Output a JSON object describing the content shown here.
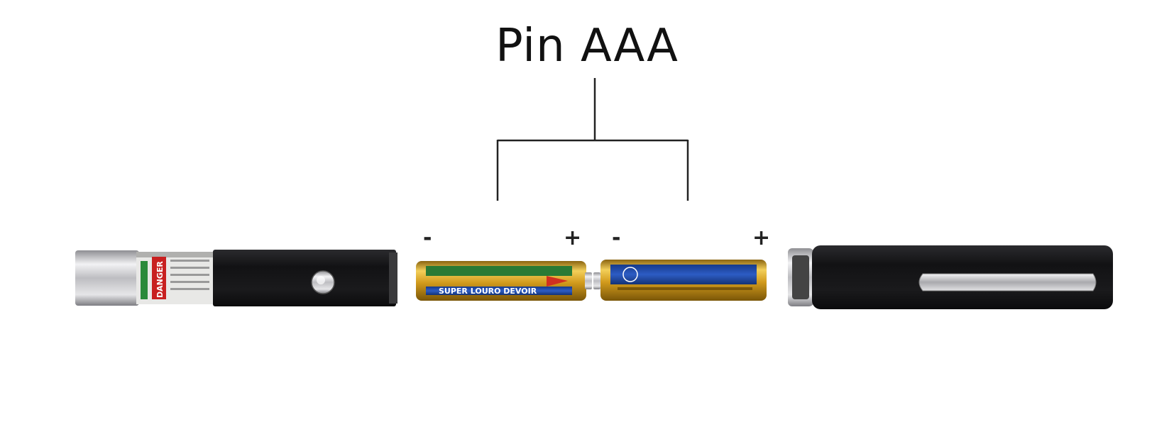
{
  "image": {
    "title": "Pin AAA",
    "battery_left": {
      "negative_label": "-",
      "positive_label": "+",
      "label_text": "SUPER LOURO DEVOIR"
    },
    "battery_right": {
      "negative_label": "-",
      "positive_label": "+"
    },
    "laser_label": "DANGER",
    "colors": {
      "pointer_body": "#1b1b1d",
      "metal": "#c9c9cc",
      "battery_gold": "#d9a520",
      "battery_blue": "#1f4aa8",
      "bracket": "#222222",
      "background": "#ffffff"
    }
  }
}
